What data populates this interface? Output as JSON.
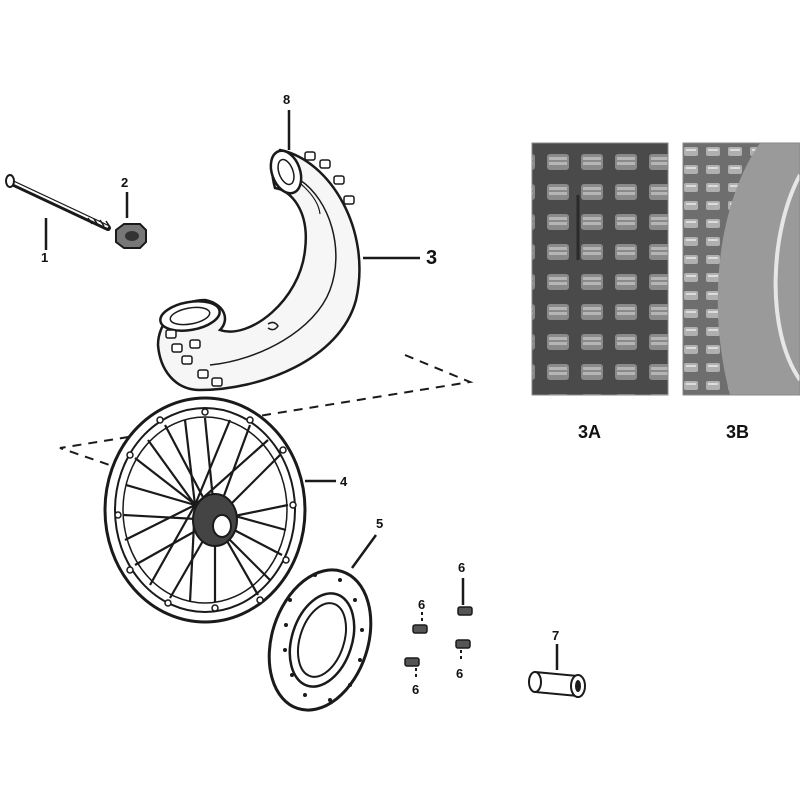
{
  "labels": {
    "axle": "1",
    "nut": "2",
    "tire": "3",
    "wheel": "4",
    "disc": "5",
    "bolt": "6",
    "spacer": "7",
    "tube": "8"
  },
  "photos": {
    "tread_a": "3A",
    "tread_b": "3B"
  },
  "colors": {
    "line": "#1a1a1a",
    "photo_dark": "#3a3a3a",
    "photo_mid": "#7a7a7a"
  }
}
